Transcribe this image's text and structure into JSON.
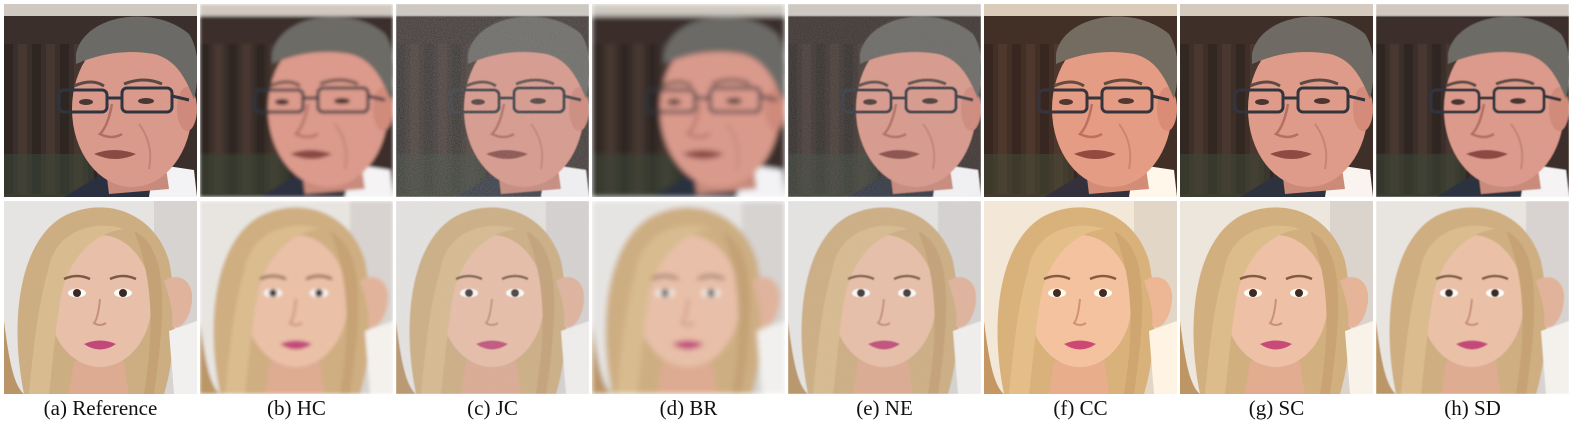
{
  "figure": {
    "captions": [
      "(a) Reference",
      "(b) HC",
      "(c) JC",
      "(d) BR",
      "(e) NE",
      "(f) CC",
      "(g) SC",
      "(h) SD"
    ],
    "rows": [
      {
        "subject": "man-portrait"
      },
      {
        "subject": "woman-portrait"
      }
    ],
    "columns": [
      {
        "key": "reference",
        "blur": 0,
        "noise": 0,
        "warm": 0
      },
      {
        "key": "hc",
        "blur": 1.6,
        "noise": 0,
        "warm": 0.05
      },
      {
        "key": "jc",
        "blur": 0.6,
        "noise": 0.8,
        "warm": 0
      },
      {
        "key": "br",
        "blur": 2.6,
        "noise": 0,
        "warm": 0
      },
      {
        "key": "ne",
        "blur": 0.4,
        "noise": 0.5,
        "warm": 0
      },
      {
        "key": "cc",
        "blur": 0,
        "noise": 0,
        "warm": 0.35
      },
      {
        "key": "sc",
        "blur": 0.2,
        "noise": 0,
        "warm": 0.15
      },
      {
        "key": "sd",
        "blur": 0.4,
        "noise": 0,
        "warm": 0.05
      }
    ],
    "colors": {
      "man_bg": "#3a2f2a",
      "man_skin": "#d99a8c",
      "man_hair": "#6c6a66",
      "man_suit": "#2b3040",
      "woman_bg": "#e6e4e2",
      "woman_skin": "#e8bfa8",
      "woman_hair": "#cdae82",
      "woman_lips": "#c2487a"
    }
  }
}
